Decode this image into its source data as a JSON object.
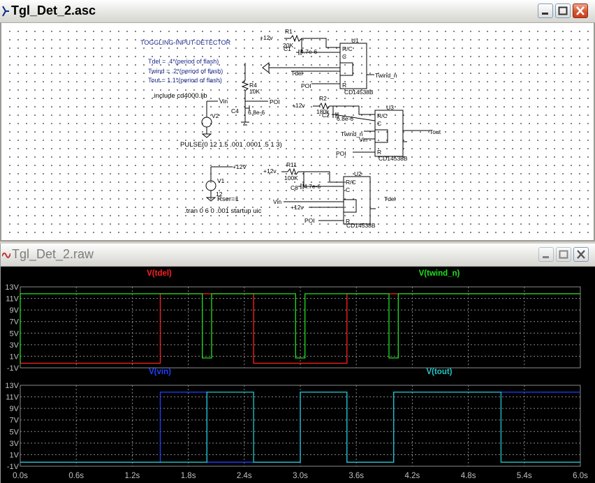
{
  "schematic_window": {
    "title": "Tgl_Det_2.asc",
    "heading": "TOGGLING-INPUT-DETECTOR",
    "params": [
      "Tdel    =  .4*(period of flash)",
      "Twind =  .2*(period of flash)",
      "Tout =  1.1*(period of flash)"
    ],
    "include": ".include cd4000.lib",
    "pulse": "PULSE(0 12 1.5 .001 .0001 .5 1 3)",
    "tran": ".tran 0 6 0 .001 startup uic",
    "rser": "Rser=1",
    "labels": {
      "plus12v": "+12v",
      "plus12V": "+12V",
      "twelve": "12",
      "r1": "R1",
      "r1_val": "20K",
      "c1": "C1",
      "c1_val": "4.7e-6",
      "r2": "R2",
      "r2_val": "180k",
      "c2": "C2",
      "c2_val": "6.8e-6",
      "r4": "R4",
      "r4_val": "10K",
      "c4": "C4",
      "c4_val": "6.8e-6",
      "r11": "R11",
      "r11_val": "100K",
      "c8": "C8",
      "c8_val": "4.7e-6",
      "v1": "V1",
      "v2": "V2",
      "u1": "U1",
      "u2": "U2",
      "u3": "U3",
      "part": "CD14538B",
      "rc": "R/C",
      "c": "C",
      "r": "R",
      "tdel": "Tdel",
      "twind_n": "Twind_n",
      "tout": "Tout",
      "vin": "Vin",
      "poi": "POI"
    }
  },
  "waveform_window": {
    "title": "Tgl_Det_2.raw",
    "colors": {
      "tdel": "#ff2020",
      "twind_n": "#20e020",
      "vin": "#2040ff",
      "tout": "#20c8c8",
      "grid": "#8a8a8a"
    },
    "y_ticks": [
      "13V",
      "11V",
      "9V",
      "7V",
      "5V",
      "3V",
      "1V",
      "-1V"
    ],
    "x_ticks": [
      "0.0s",
      "0.6s",
      "1.2s",
      "1.8s",
      "2.4s",
      "3.0s",
      "3.6s",
      "4.2s",
      "4.8s",
      "5.4s",
      "6.0s"
    ],
    "chart_data": [
      {
        "type": "line",
        "title": "",
        "xlim": [
          0,
          6
        ],
        "ylim": [
          -1,
          13
        ],
        "series": [
          {
            "name": "V(tdel)",
            "color": "#ff2020",
            "x": [
              0,
              1.5,
              1.5,
              2.5,
              2.5,
              3.5,
              3.5,
              6.0
            ],
            "y": [
              -0.2,
              -0.2,
              11.8,
              11.8,
              -0.2,
              -0.2,
              11.8,
              11.8
            ]
          },
          {
            "name": "V(twind_n)",
            "color": "#20e020",
            "x": [
              0,
              0,
              1.95,
              1.95,
              2.05,
              2.05,
              2.95,
              2.95,
              3.05,
              3.05,
              3.95,
              3.95,
              4.05,
              4.05,
              6.0
            ],
            "y": [
              -0.2,
              11.8,
              11.8,
              0.7,
              0.7,
              11.8,
              11.8,
              0.7,
              0.7,
              11.8,
              11.8,
              0.7,
              0.7,
              11.8,
              11.8
            ]
          }
        ]
      },
      {
        "type": "line",
        "title": "",
        "xlim": [
          0,
          6
        ],
        "ylim": [
          -1,
          13
        ],
        "series": [
          {
            "name": "V(vin)",
            "color": "#2040ff",
            "x": [
              0,
              1.5,
              1.5,
              2.0,
              2.0,
              3.0,
              3.0,
              3.5,
              3.5,
              4.0,
              4.0,
              6.0
            ],
            "y": [
              -0.3,
              -0.3,
              11.8,
              11.8,
              -0.3,
              -0.3,
              11.8,
              11.8,
              -0.3,
              -0.3,
              11.8,
              11.8
            ]
          },
          {
            "name": "V(tout)",
            "color": "#20c8c8",
            "x": [
              0,
              2.0,
              2.0,
              2.5,
              2.5,
              3.0,
              3.0,
              3.5,
              3.5,
              4.0,
              4.0,
              5.15,
              5.15,
              6.0
            ],
            "y": [
              -0.3,
              -0.3,
              11.8,
              11.8,
              -0.3,
              -0.3,
              11.8,
              11.8,
              -0.3,
              -0.3,
              11.8,
              11.8,
              -0.3,
              -0.3
            ]
          }
        ]
      }
    ]
  }
}
